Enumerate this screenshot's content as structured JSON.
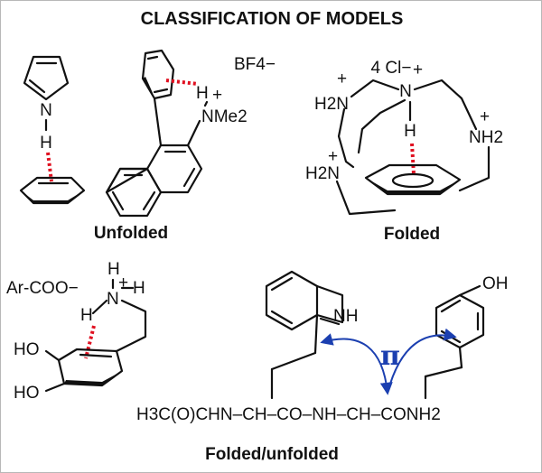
{
  "title": "CLASSIFICATION OF MODELS",
  "captions": {
    "unfolded": "Unfolded",
    "folded": "Folded",
    "folded_unfolded": "Folded/unfolded"
  },
  "pyrrole_benzene": {
    "n": "N",
    "h": "H"
  },
  "naphthyl": {
    "counterion": "BF4−",
    "nh": "H",
    "nme2": "NMe2",
    "plus": "+"
  },
  "cryptand": {
    "counterion": "4 Cl−",
    "nh2_tl": "H2N",
    "n_top": "N",
    "nh2_right": "NH2",
    "nh2_bl": "H2N",
    "h": "H",
    "plus": "+"
  },
  "dopamine": {
    "anion": "Ar-COO−",
    "h_top": "H",
    "n": "N",
    "h_left": "H",
    "h_right": "H",
    "ho_top": "HO",
    "ho_bottom": "HO",
    "plus": "+"
  },
  "peptide": {
    "nh_indole": "NH",
    "oh": "OH",
    "pi": "π",
    "chain": "H3C(O)CHN–CH–CO–NH–CH–CONH2"
  },
  "colors": {
    "hbond": "#e01020",
    "arrow": "#1b3fb0",
    "ink": "#111111"
  }
}
